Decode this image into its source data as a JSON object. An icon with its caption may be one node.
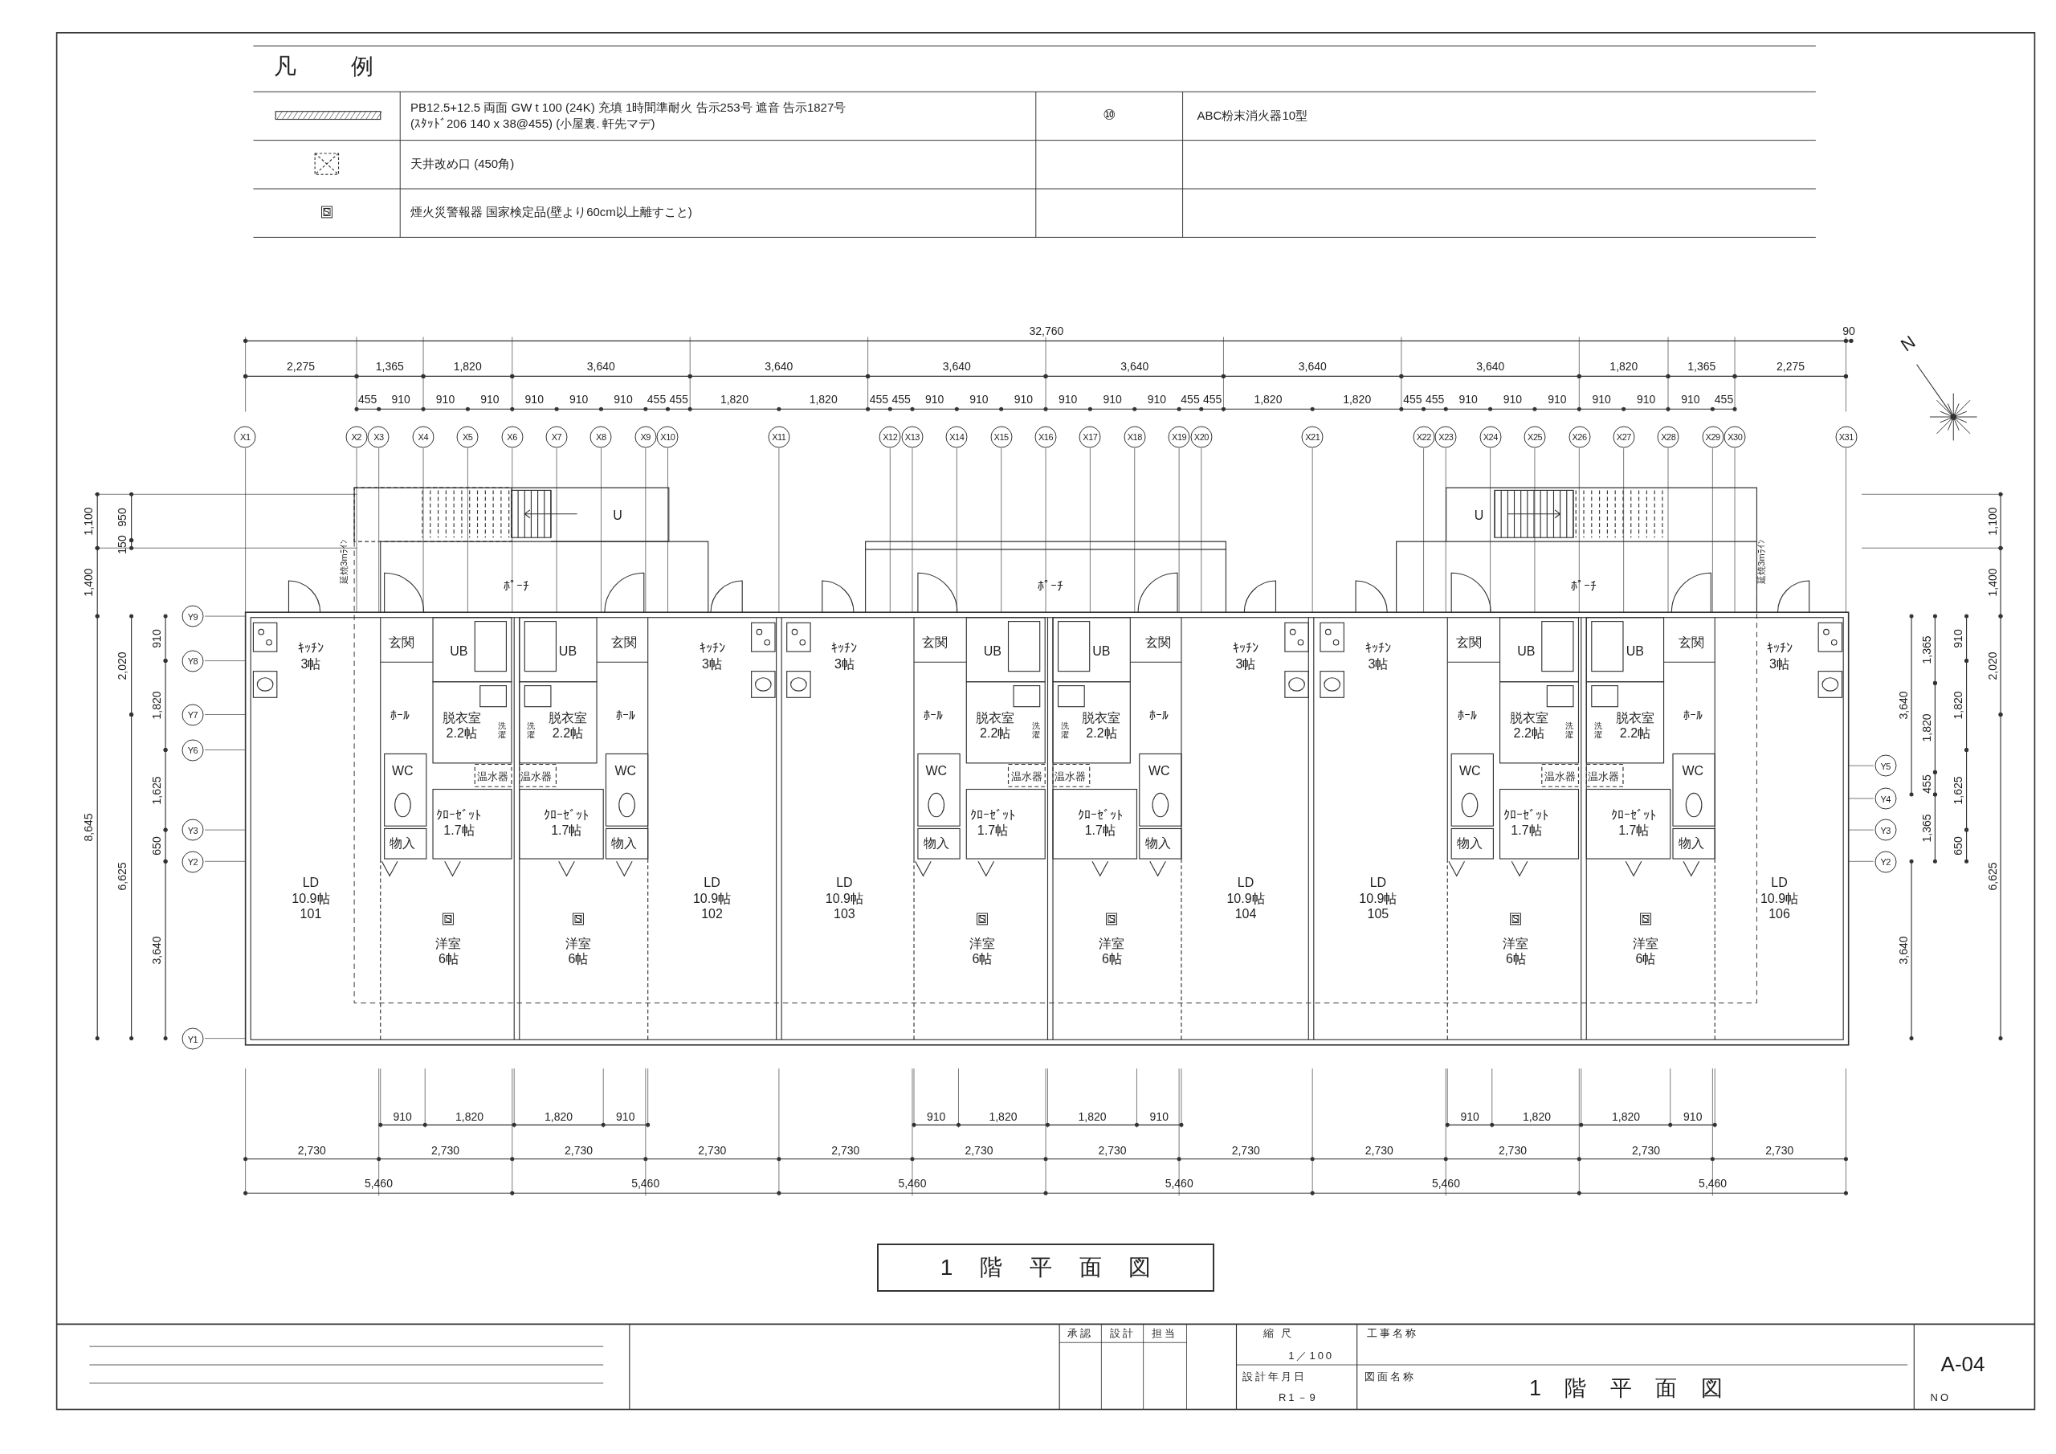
{
  "diagram": {
    "nodes": [
      {
        "text": [
          "1 階 平 面 図"
        ]
      }
    ],
    "legend": [
      {
        "text": "PB12.5+12.5 両面 GW t 100 (24K) 充填 1時間準耐火 告示253号 遮音 告示1827号 (ｽﾀｯﾄﾞ206 140 x 38@455) (小屋裏. 軒先マデ)"
      },
      {
        "text": "天井改め口 (450角)"
      },
      {
        "text": "煙火災警報器 国家検定品(壁より60cm以上離すこと)"
      },
      {
        "text": "ABC粉末消火器10型"
      }
    ],
    "labels": [
      "凡 例",
      "⑩",
      "S",
      "32,760",
      "90",
      "2,275",
      "1,365",
      "1,820",
      "3,640",
      "3,640",
      "3,640",
      "3,640",
      "3,640",
      "3,640",
      "1,820",
      "1,365",
      "2,275",
      "455",
      "910",
      "910",
      "910",
      "910",
      "910",
      "910",
      "455",
      "455",
      "1,820",
      "1,820",
      "455",
      "455",
      "910",
      "910",
      "910",
      "910",
      "910",
      "910",
      "455",
      "455",
      "1,820",
      "1,820",
      "455",
      "455",
      "910",
      "910",
      "910",
      "910",
      "910",
      "910",
      "455",
      "X1",
      "X2",
      "X3",
      "X4",
      "X5",
      "X6",
      "X7",
      "X8",
      "X9",
      "X10",
      "X11",
      "X12",
      "X13",
      "X14",
      "X15",
      "X16",
      "X17",
      "X18",
      "X19",
      "X20",
      "X21",
      "X22",
      "X23",
      "X24",
      "X25",
      "X26",
      "X27",
      "X28",
      "X29",
      "X30",
      "X31",
      "ﾎﾟｰﾁ",
      "ｷｯﾁﾝ 3帖",
      "玄関",
      "UB",
      "UB",
      "玄関",
      "ｷｯﾁﾝ 3帖",
      "ﾎｰﾙ",
      "脱衣室 2.2帖",
      "洗濯",
      "洗濯",
      "脱衣室 2.2帖",
      "ﾎｰﾙ",
      "WC",
      "温水器",
      "温水器",
      "WC",
      "ｸﾛｰｾﾞｯﾄ 1.7帖",
      "ｸﾛｰｾﾞｯﾄ 1.7帖",
      "物入",
      "物入",
      "LD 10.9帖 101",
      "LD 10.9帖 102",
      "S",
      "S",
      "洋室 6帖",
      "洋室 6帖",
      "ﾎﾟｰﾁ",
      "ｷｯﾁﾝ 3帖",
      "玄関",
      "UB",
      "UB",
      "玄関",
      "ｷｯﾁﾝ 3帖",
      "ﾎｰﾙ",
      "脱衣室 2.2帖",
      "洗濯",
      "洗濯",
      "脱衣室 2.2帖",
      "ﾎｰﾙ",
      "WC",
      "温水器",
      "温水器",
      "WC",
      "ｸﾛｰｾﾞｯﾄ 1.7帖",
      "ｸﾛｰｾﾞｯﾄ 1.7帖",
      "物入",
      "物入",
      "LD 10.9帖 103",
      "LD 10.9帖 104",
      "S",
      "S",
      "洋室 6帖",
      "洋室 6帖",
      "ﾎﾟｰﾁ",
      "ｷｯﾁﾝ 3帖",
      "玄関",
      "UB",
      "UB",
      "玄関",
      "ｷｯﾁﾝ 3帖",
      "ﾎｰﾙ",
      "脱衣室 2.2帖",
      "洗濯",
      "洗濯",
      "脱衣室 2.2帖",
      "ﾎｰﾙ",
      "WC",
      "温水器",
      "温水器",
      "WC",
      "ｸﾛｰｾﾞｯﾄ 1.7帖",
      "ｸﾛｰｾﾞｯﾄ 1.7帖",
      "物入",
      "物入",
      "LD 10.9帖 105",
      "LD 10.9帖 106",
      "S",
      "S",
      "洋室 6帖",
      "洋室 6帖",
      "U",
      "U",
      "延焼3mﾗｲﾝ",
      "延焼3mﾗｲﾝ",
      "N",
      "1,100",
      "1,400",
      "8,645",
      "950",
      "150",
      "2,020",
      "6,625",
      "910",
      "1,820",
      "1,625",
      "650",
      "3,640",
      "Y9",
      "Y8",
      "Y7",
      "Y6",
      "Y3",
      "Y2",
      "Y1",
      "Y5",
      "Y4",
      "Y3",
      "Y2",
      "3,640",
      "3,640",
      "1,365",
      "1,820",
      "455",
      "1,365",
      "910",
      "1,820",
      "1,625",
      "650",
      "1,100",
      "1,400",
      "2,020",
      "6,625",
      "910",
      "1,820",
      "1,820",
      "910",
      "910",
      "1,820",
      "1,820",
      "910",
      "910",
      "1,820",
      "1,820",
      "910",
      "2,730",
      "2,730",
      "2,730",
      "2,730",
      "2,730",
      "2,730",
      "2,730",
      "2,730",
      "2,730",
      "2,730",
      "2,730",
      "2,730",
      "5,460",
      "5,460",
      "5,460",
      "5,460",
      "5,460",
      "5,460",
      "承認",
      "設計",
      "担当",
      "縮 尺",
      "1／100",
      "設計年月日",
      "R1－9",
      "工事名称",
      "図面名称",
      "1 階 平 面 図",
      "A-04",
      "NO"
    ]
  }
}
